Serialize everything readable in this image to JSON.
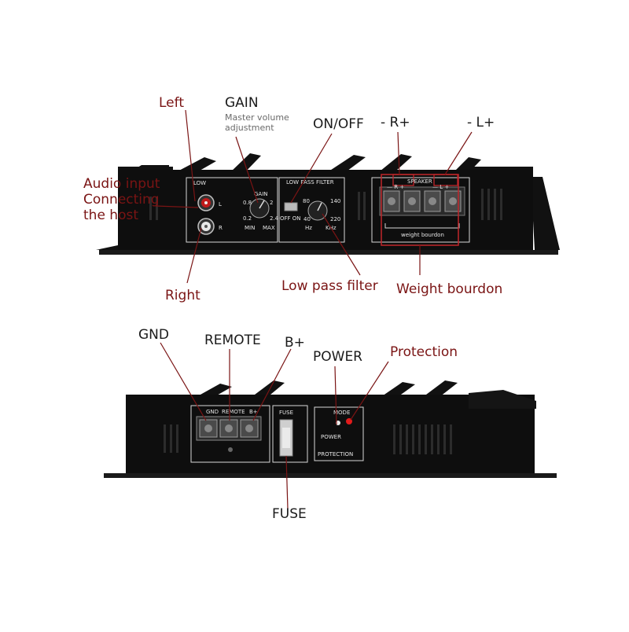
{
  "top_panel": {
    "callouts": {
      "left": "Left",
      "gain": "GAIN",
      "gain_desc": "Master volume\nadjustment",
      "on_off": "ON/OFF",
      "r_terminal": "- R+",
      "l_terminal": "- L+",
      "audio_input": "Audio input\nConnecting\nthe host",
      "right": "Right",
      "low_pass": "Low pass filter",
      "weight": "Weight bourdon"
    },
    "panel_text": {
      "low": "LOW",
      "gain": "GAIN",
      "low_pass_filter": "LOW PASS FILTER",
      "speaker": "SPEAKER",
      "r_marks": "—  R  +",
      "l_marks": "—  L  +",
      "weight_bourdon": "weight bourdon",
      "l": "L",
      "r": "R",
      "min": "MIN",
      "max": "MAX",
      "off_on": "OFF  ON",
      "hz": "Hz",
      "khz": "KHz",
      "v08": "0.8",
      "v02": "0.2",
      "v2": "2",
      "v24": "2.4",
      "f80": "80",
      "f140": "140",
      "f40": "40",
      "f220": "220"
    }
  },
  "bottom_panel": {
    "callouts": {
      "gnd": "GND",
      "remote": "REMOTE",
      "b_plus": "B+",
      "power": "POWER",
      "protection": "Protection",
      "fuse": "FUSE"
    },
    "panel_text": {
      "gnd": "GND",
      "remote": "REMOTE",
      "b_plus": "B+",
      "fuse": "FUSE",
      "mode": "MODE",
      "power": "POWER",
      "protection": "PROTECTION"
    }
  },
  "colors": {
    "callout": "#7a1414",
    "red_box": "#c0262a",
    "body": "#0e0e0e",
    "panel_line": "#d8d8d8"
  }
}
